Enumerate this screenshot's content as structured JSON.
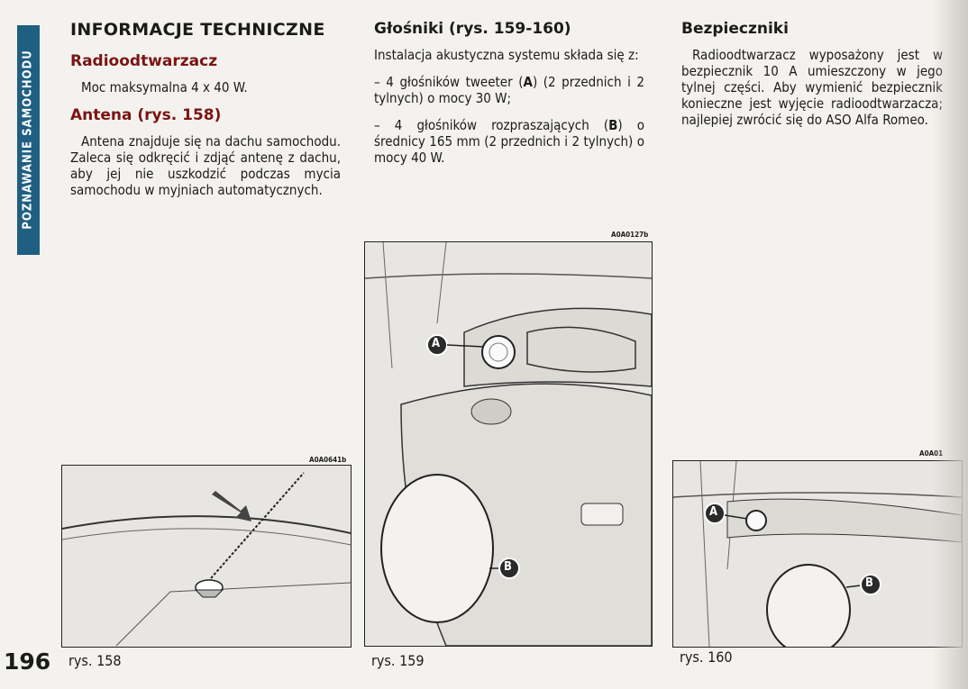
{
  "sidebar": {
    "section_title": "POZNAWANIE SAMOCHODU",
    "page_number": "196"
  },
  "col1": {
    "heading": "INFORMACJE TECHNICZNE",
    "radio_title": "Radioodtwarzacz",
    "radio_text": "Moc maksymalna 4 x 40 W.",
    "antenna_title": "Antena (rys. 158)",
    "antenna_text": "Antena znajduje się na dachu samochodu. Zaleca się odkręcić i zdjąć antenę z dachu, aby jej nie uszkodzić podczas mycia samochodu w myjniach automatycznych."
  },
  "col2": {
    "speakers_title": "Głośniki (rys. 159-160)",
    "speakers_intro": "Instalacja akustyczna systemu składa się z:",
    "item1_pre": "– 4 głośników tweeter (",
    "item1_bold": "A",
    "item1_post": ") (2 przednich i 2 tylnych) o mocy 30 W;",
    "item2_pre": "– 4 głośników rozpraszających (",
    "item2_bold": "B",
    "item2_post": ") o średnicy 165 mm (2 przednich i 2 tylnych) o mocy 40 W."
  },
  "col3": {
    "fuses_title": "Bezpieczniki",
    "fuses_text": "Radioodtwarzacz wyposażony jest w bezpiecznik 10 A umieszczony w jego tylnej części. Aby wymienić bezpiecznik konieczne jest wyjęcie radioodtwarzacza; najlepiej zwrócić się do ASO Alfa Romeo."
  },
  "figures": {
    "fig158": {
      "code": "A0A0641b",
      "caption": "rys. 158"
    },
    "fig159": {
      "code": "A0A0127b",
      "caption": "rys. 159",
      "label_a": "A",
      "label_b": "B"
    },
    "fig160": {
      "code": "A0A01",
      "caption": "rys. 160",
      "label_a": "A",
      "label_b": "B"
    }
  }
}
